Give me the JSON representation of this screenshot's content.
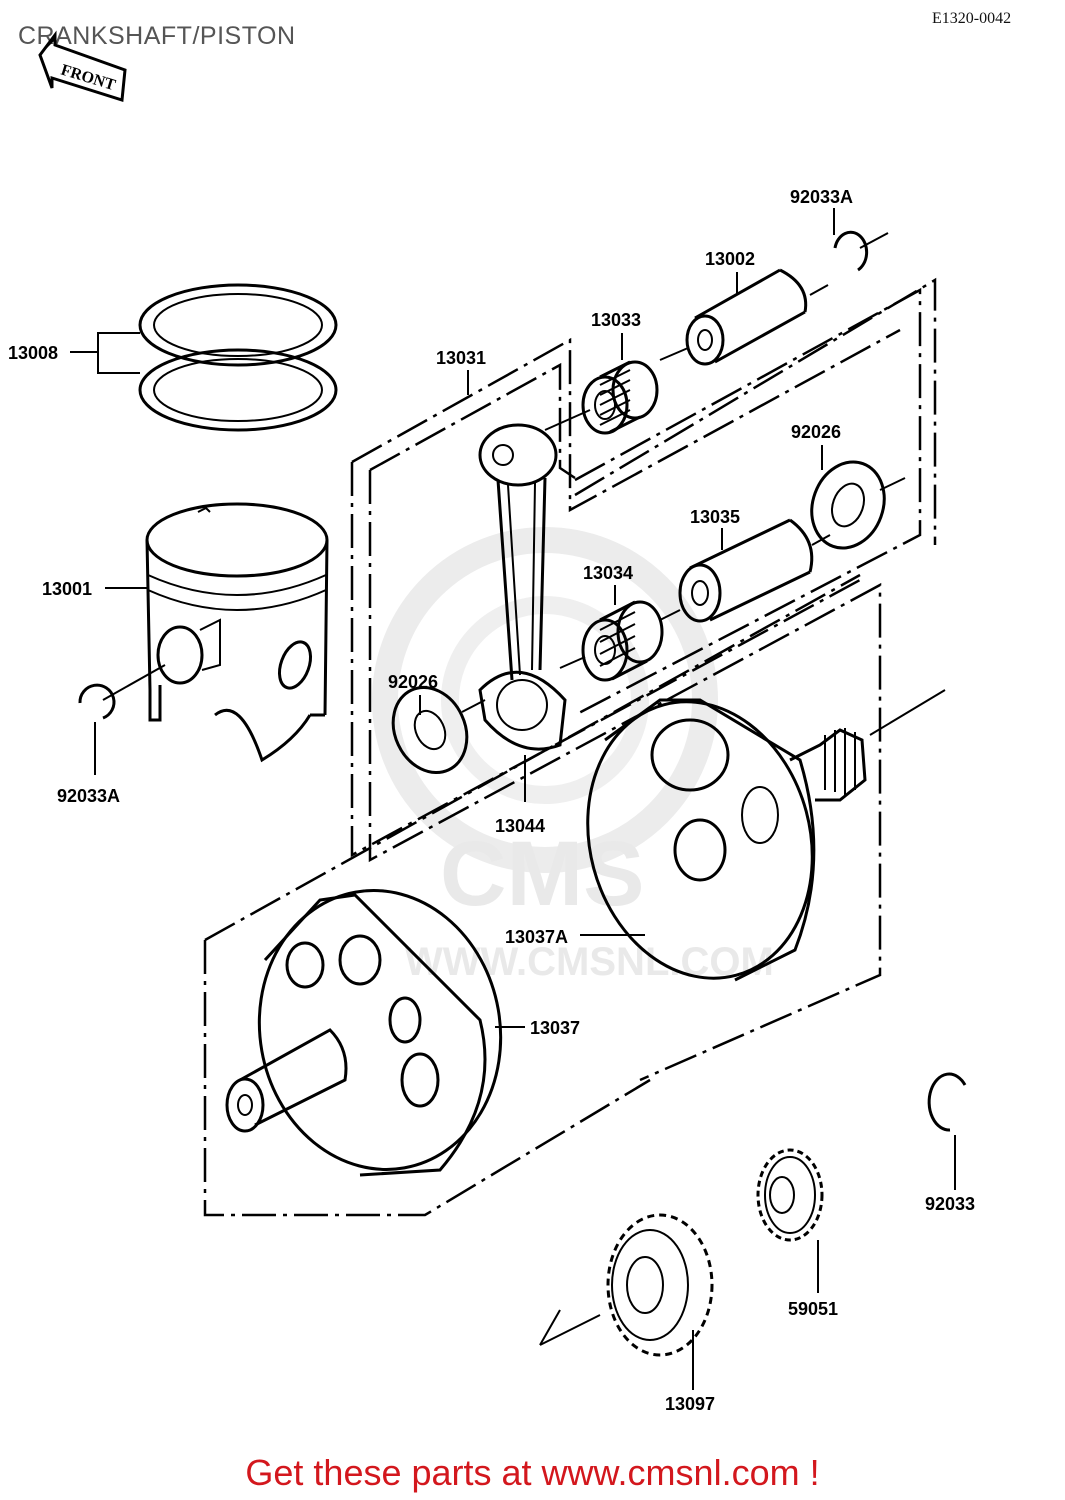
{
  "title": "CRANKSHAFT/PISTON",
  "drawing_code": "E1320-0042",
  "front_label": "FRONT",
  "watermark": {
    "logo": "CMS",
    "url": "WWW.CMSNL.COM"
  },
  "footer": "Get these parts at www.cmsnl.com !",
  "parts": [
    {
      "id": "13008"
    },
    {
      "id": "13001"
    },
    {
      "id": "92033A"
    },
    {
      "id": "13031"
    },
    {
      "id": "13033"
    },
    {
      "id": "13002"
    },
    {
      "id": "92033A"
    },
    {
      "id": "92026"
    },
    {
      "id": "13035"
    },
    {
      "id": "13034"
    },
    {
      "id": "92026"
    },
    {
      "id": "13044"
    },
    {
      "id": "13037A"
    },
    {
      "id": "13037"
    },
    {
      "id": "92033"
    },
    {
      "id": "59051"
    },
    {
      "id": "13097"
    }
  ]
}
